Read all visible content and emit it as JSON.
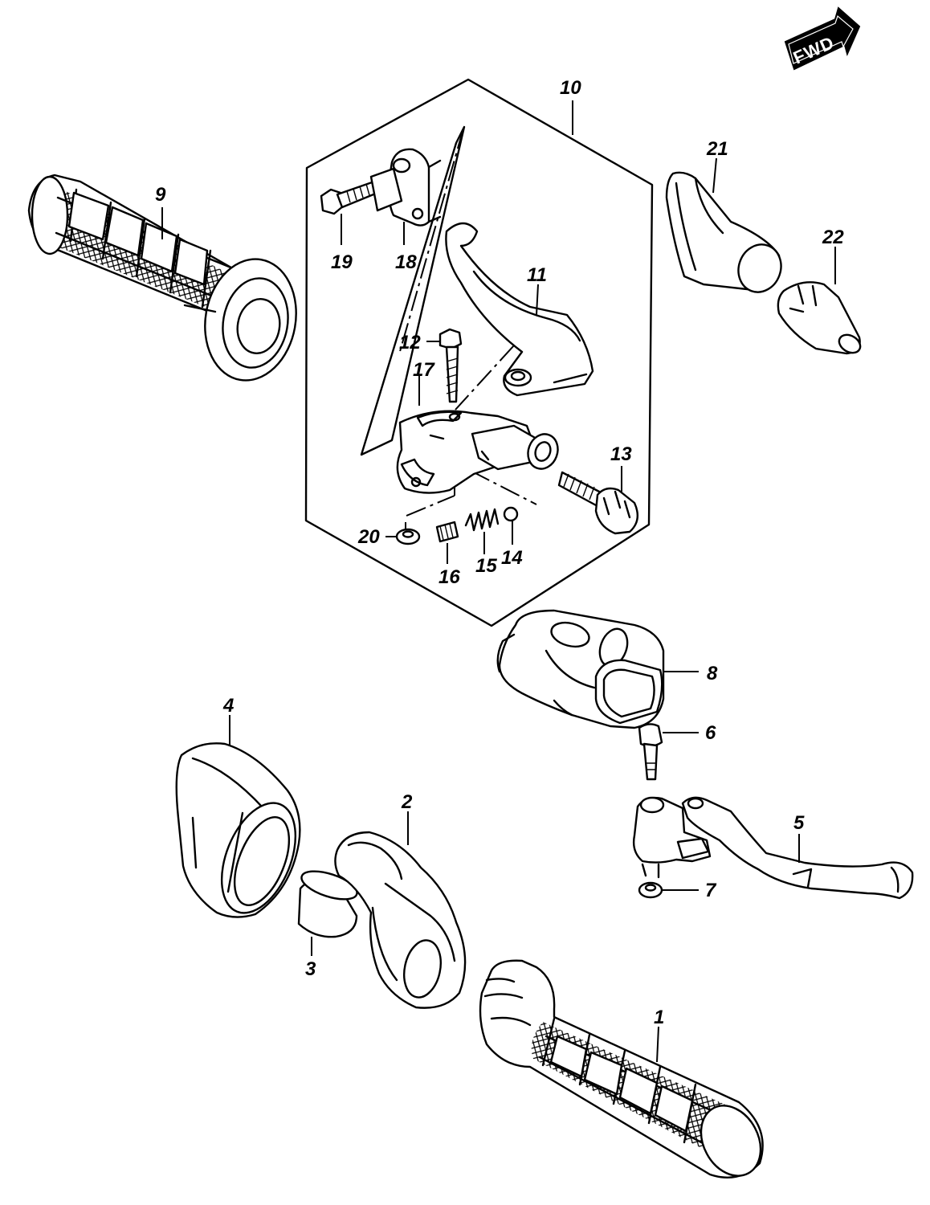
{
  "fwd_label": "FWD",
  "callouts": {
    "p1": "1",
    "p2": "2",
    "p3": "3",
    "p4": "4",
    "p5": "5",
    "p6": "6",
    "p7": "7",
    "p8": "8",
    "p9": "9",
    "p10": "10",
    "p11": "11",
    "p12": "12",
    "p13": "13",
    "p14": "14",
    "p15": "15",
    "p16": "16",
    "p17": "17",
    "p18": "18",
    "p19": "19",
    "p20": "20",
    "p21": "21",
    "p22": "22"
  }
}
